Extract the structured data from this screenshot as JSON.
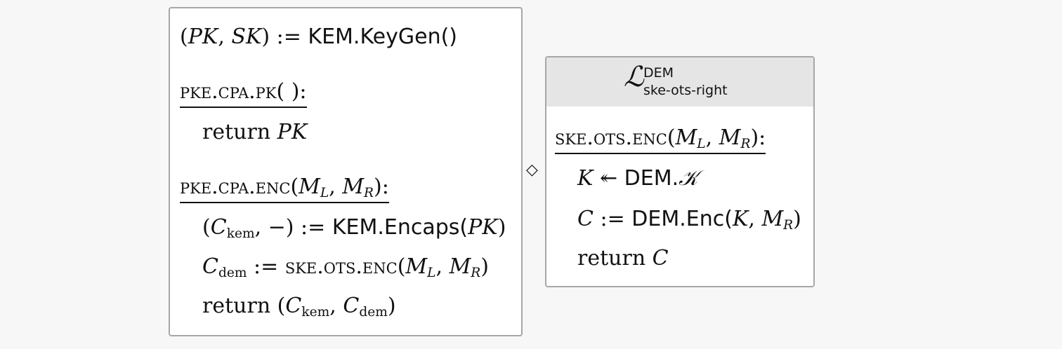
{
  "left_box": {
    "keygen_line": {
      "pair_open": "(",
      "pk": "PK",
      "comma": ", ",
      "sk": "SK",
      "pair_close": ")",
      "assign": " := ",
      "call": "KEM.KeyGen()"
    },
    "pk_function": {
      "name": "pke.cpa.pk",
      "params": "( ):"
    },
    "pk_body": {
      "keyword": "return ",
      "value": "PK"
    },
    "enc_function": {
      "name": "pke.cpa.enc",
      "open": "(",
      "ml": "M",
      "ml_sub": "L",
      "comma": ", ",
      "mr": "M",
      "mr_sub": "R",
      "close": "):"
    },
    "enc_body": {
      "line1": {
        "open": "(",
        "c": "C",
        "c_sub": "kem",
        "rest": ", −)",
        "assign": " := ",
        "call": "KEM.Encaps(",
        "arg": "PK",
        "close": ")"
      },
      "line2": {
        "c": "C",
        "c_sub": "dem",
        "assign": " := ",
        "call": "ske.ots.enc",
        "open": "(",
        "ml": "M",
        "ml_sub": "L",
        "comma": ", ",
        "mr": "M",
        "mr_sub": "R",
        "close": ")"
      },
      "line3": {
        "keyword": "return ",
        "open": "(",
        "c1": "C",
        "c1_sub": "kem",
        "comma": ", ",
        "c2": "C",
        "c2_sub": "dem",
        "close": ")"
      }
    }
  },
  "compose_symbol": "◇",
  "right_box": {
    "library": {
      "name": "ℒ",
      "superscript": "DEM",
      "subscript": "ske-ots-right"
    },
    "enc_function": {
      "name": "ske.ots.enc",
      "open": "(",
      "ml": "M",
      "ml_sub": "L",
      "comma": ", ",
      "mr": "M",
      "mr_sub": "R",
      "close": "):"
    },
    "body": {
      "line1": {
        "k": "K",
        "sample": " ↞ ",
        "space": "DEM.",
        "space_sym": "𝒦"
      },
      "line2": {
        "c": "C",
        "assign": " := ",
        "call": "DEM.Enc(",
        "k": "K",
        "comma": ", ",
        "mr": "M",
        "mr_sub": "R",
        "close": ")"
      },
      "line3": {
        "keyword": "return ",
        "c": "C"
      }
    }
  }
}
